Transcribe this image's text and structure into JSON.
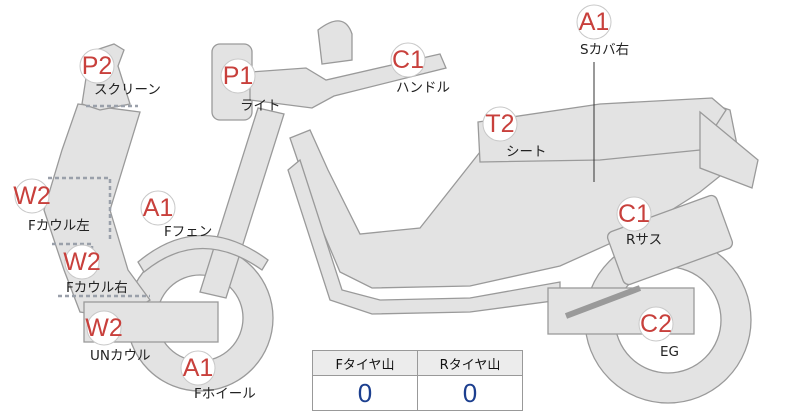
{
  "parts": [
    {
      "id": "screen",
      "code": "P2",
      "label": "スクリーン"
    },
    {
      "id": "front-cowl-left",
      "code": "W2",
      "label": "Fカウル左"
    },
    {
      "id": "front-cowl-right",
      "code": "W2",
      "label": "Fカウル右"
    },
    {
      "id": "under-cowl",
      "code": "W2",
      "label": "UNカウル"
    },
    {
      "id": "front-wheel",
      "code": "A1",
      "label": "Fホイール"
    },
    {
      "id": "front-fender",
      "code": "A1",
      "label": "Fフェン"
    },
    {
      "id": "light",
      "code": "P1",
      "label": "ライト"
    },
    {
      "id": "handle",
      "code": "C1",
      "label": "ハンドル"
    },
    {
      "id": "seat",
      "code": "T2",
      "label": "シート"
    },
    {
      "id": "side-cover-right",
      "code": "A1",
      "label": "Sカバ右"
    },
    {
      "id": "rear-suspension",
      "code": "C1",
      "label": "Rサス"
    },
    {
      "id": "engine",
      "code": "C2",
      "label": "EG"
    }
  ],
  "tire_table": {
    "headers": [
      "Fタイヤ山",
      "Rタイヤ山"
    ],
    "values": [
      "0",
      "0"
    ]
  }
}
